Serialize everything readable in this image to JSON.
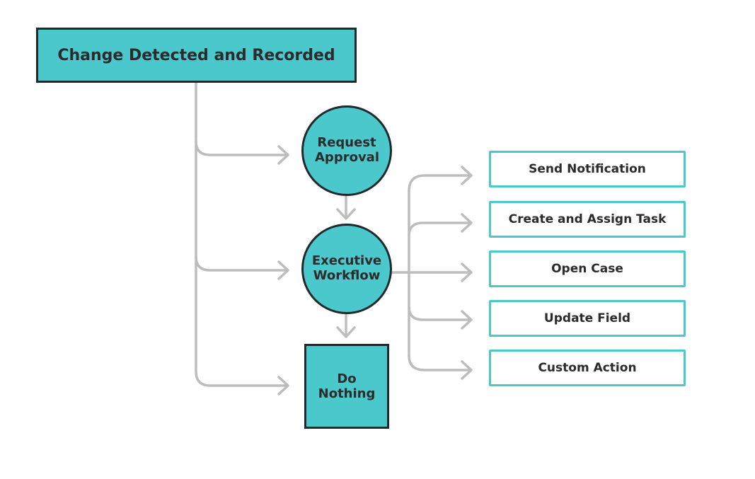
{
  "diagram": {
    "root": {
      "label": "Change Detected and Recorded"
    },
    "options": {
      "request_approval": {
        "label": "Request Approval"
      },
      "executive_workflow": {
        "label": "Executive Workflow"
      },
      "do_nothing": {
        "label": "Do Nothing"
      }
    },
    "actions": [
      {
        "label": "Send Notification"
      },
      {
        "label": "Create and Assign Task"
      },
      {
        "label": "Open Case"
      },
      {
        "label": "Update Field"
      },
      {
        "label": "Custom Action"
      }
    ]
  },
  "colors": {
    "accent": "#4bc8cb",
    "node_border": "#1f2a2d",
    "connector": "#bdbdbd",
    "text": "#2b2b2b"
  }
}
